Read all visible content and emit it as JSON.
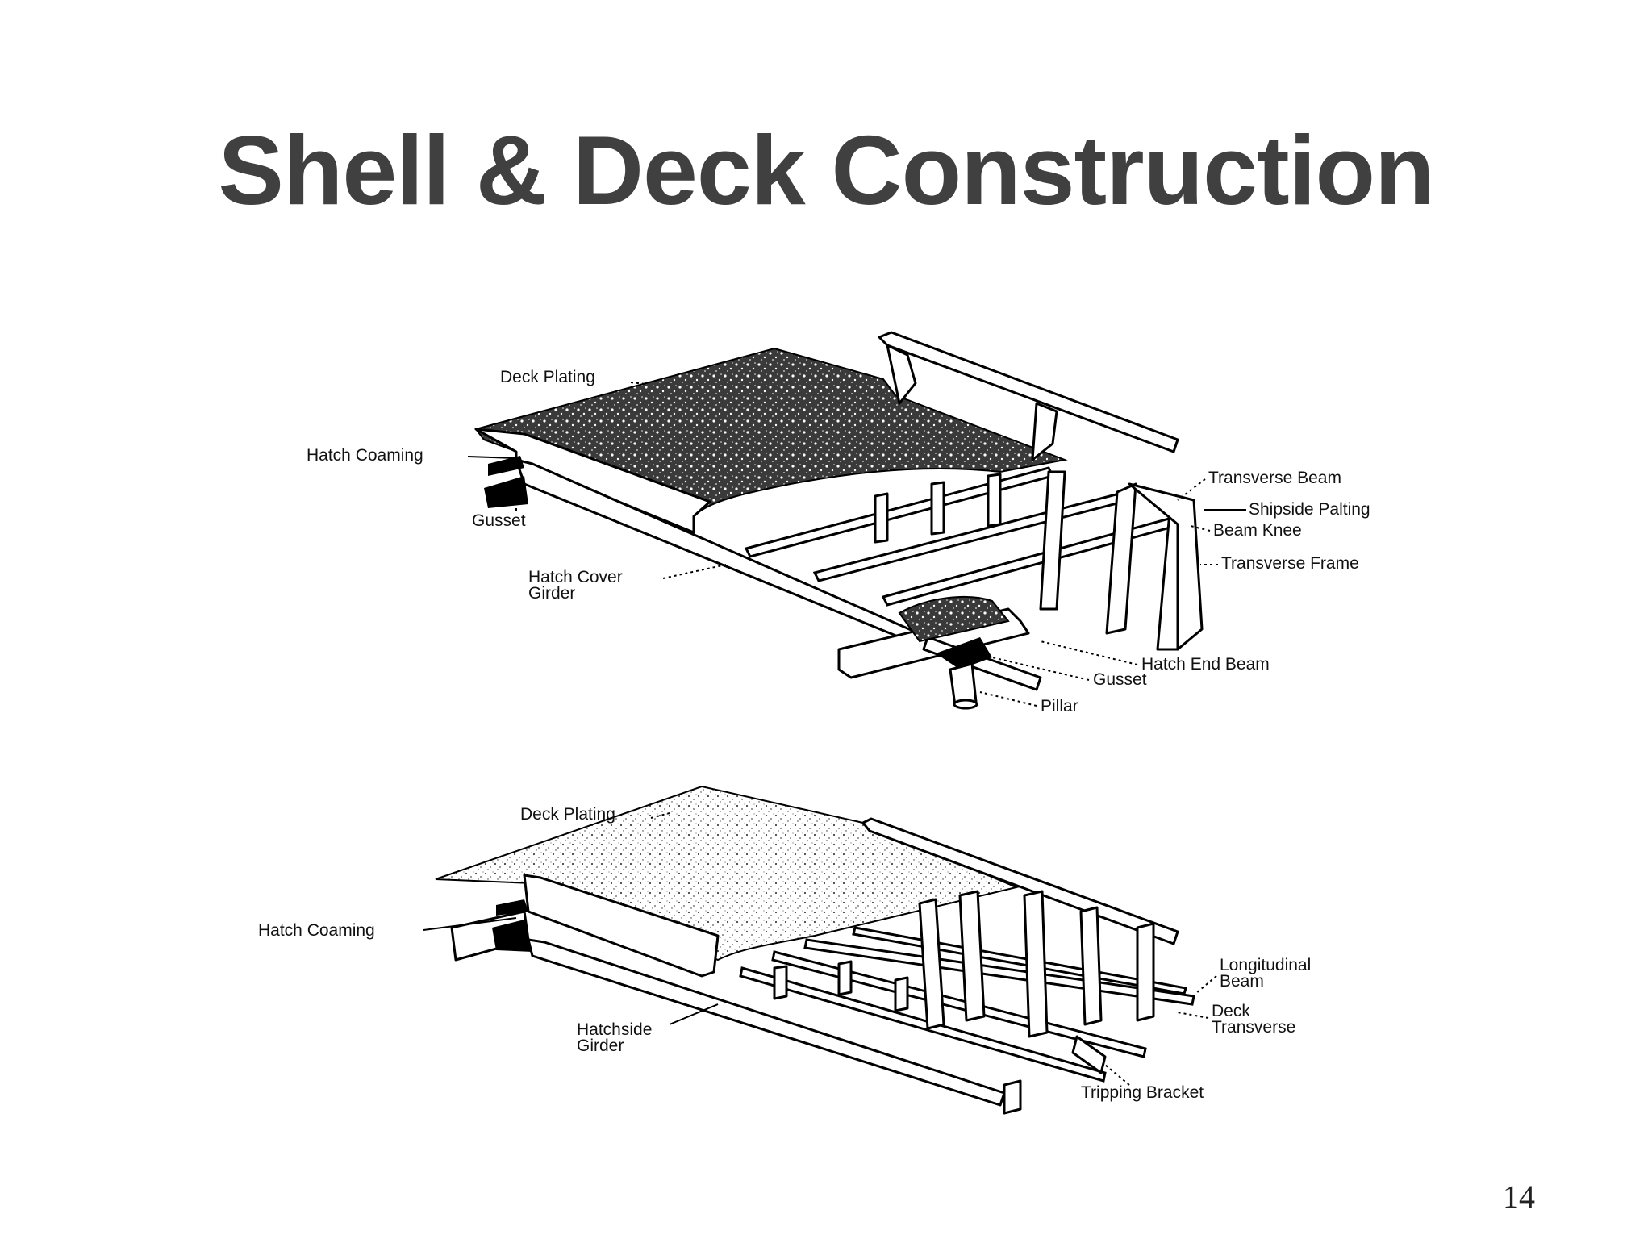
{
  "slide": {
    "title": "Shell & Deck Construction",
    "page_number": "14"
  },
  "diagram_top": {
    "labels": {
      "deck_plating": "Deck Plating",
      "hatch_coaming": "Hatch Coaming",
      "gusset_left": "Gusset",
      "hatch_cover_girder_1": "Hatch Cover",
      "hatch_cover_girder_2": "Girder",
      "transverse_beam": "Transverse Beam",
      "shipside_palting": "Shipside Palting",
      "beam_knee": "Beam Knee",
      "transverse_frame": "Transverse Frame",
      "hatch_end_beam": "Hatch End Beam",
      "gusset_right": "Gusset",
      "pillar": "Pillar"
    }
  },
  "diagram_bottom": {
    "labels": {
      "deck_plating": "Deck Plating",
      "hatch_coaming": "Hatch Coaming",
      "hatchside_girder_1": "Hatchside",
      "hatchside_girder_2": "Girder",
      "longitudinal_beam_1": "Longitudinal",
      "longitudinal_beam_2": "Beam",
      "deck_transverse_1": "Deck",
      "deck_transverse_2": "Transverse",
      "tripping_bracket": "Tripping Bracket"
    }
  }
}
